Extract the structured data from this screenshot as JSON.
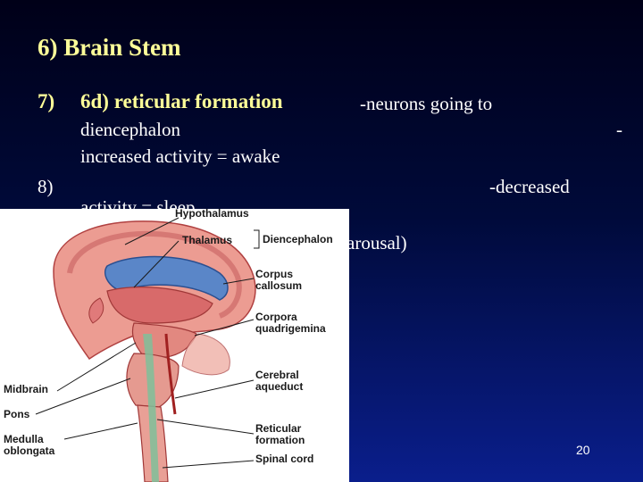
{
  "slide": {
    "title": "6)   Brain Stem",
    "item7_number": "7)",
    "item7_heading": "6d) reticular formation",
    "line1": "-neurons going to",
    "line2": "diencephalon",
    "line2_dash": "-",
    "line3": "increased activity = awake",
    "item8_number": "8)",
    "line4": "-decreased",
    "line5": "activity = sleep",
    "line6": "arousal)",
    "page_number": "20"
  },
  "figure": {
    "labels": {
      "hypothalamus": "Hypothalamus",
      "thalamus": "Thalamus",
      "diencephalon": "Diencephalon",
      "corpus_callosum": "Corpus\ncallosum",
      "corpora_quadrigemina": "Corpora\nquadrigemina",
      "cerebral_aqueduct": "Cerebral\naqueduct",
      "midbrain": "Midbrain",
      "pons": "Pons",
      "medulla_oblongata": "Medulla\noblongata",
      "reticular_formation": "Reticular\nformation",
      "spinal_cord": "Spinal cord"
    },
    "colors": {
      "brain_pink": "#e89090",
      "brain_dark": "#c0404a",
      "corpus_blue": "#3a6fb8",
      "reticular_green": "#7fbf9a"
    }
  }
}
